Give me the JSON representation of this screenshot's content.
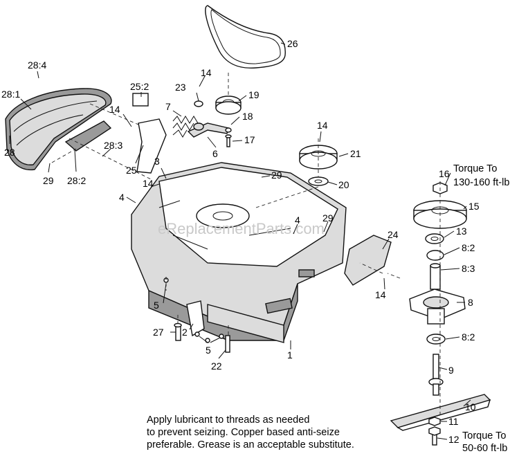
{
  "watermark": "eReplacementParts.com",
  "callouts": {
    "c26": "26",
    "c14a": "14",
    "c23": "23",
    "c19": "19",
    "c7": "7",
    "c18": "18",
    "c17": "17",
    "c6": "6",
    "c25_2": "25:2",
    "c14b": "14",
    "c25": "25",
    "c28_4": "28:4",
    "c28_1": "28:1",
    "c28": "28",
    "c29a": "29",
    "c28_2": "28:2",
    "c28_3": "28:3",
    "c3": "3",
    "c14c": "14",
    "c4a": "4",
    "c29b": "29",
    "c14d": "14",
    "c21": "21",
    "c20": "20",
    "c16": "16",
    "c15": "15",
    "c13": "13",
    "c8_2a": "8:2",
    "c8_3": "8:3",
    "c8": "8",
    "c8_2b": "8:2",
    "c9": "9",
    "c10": "10",
    "c11": "11",
    "c12": "12",
    "c24": "24",
    "c14e": "14",
    "c4b": "4",
    "c29c": "29",
    "c5a": "5",
    "c27": "27",
    "c2": "2",
    "c5b": "5",
    "c22": "22",
    "c1": "1"
  },
  "torque_top": {
    "line1": "Torque To",
    "line2": "130-160 ft-lb"
  },
  "torque_bottom": {
    "line1": "Torque To",
    "line2": "50-60 ft-lb"
  },
  "note": {
    "line1": "Apply lubricant to threads as needed",
    "line2": "to prevent seizing. Copper based anti-seize",
    "line3": "preferable. Grease is an acceptable substitute."
  }
}
